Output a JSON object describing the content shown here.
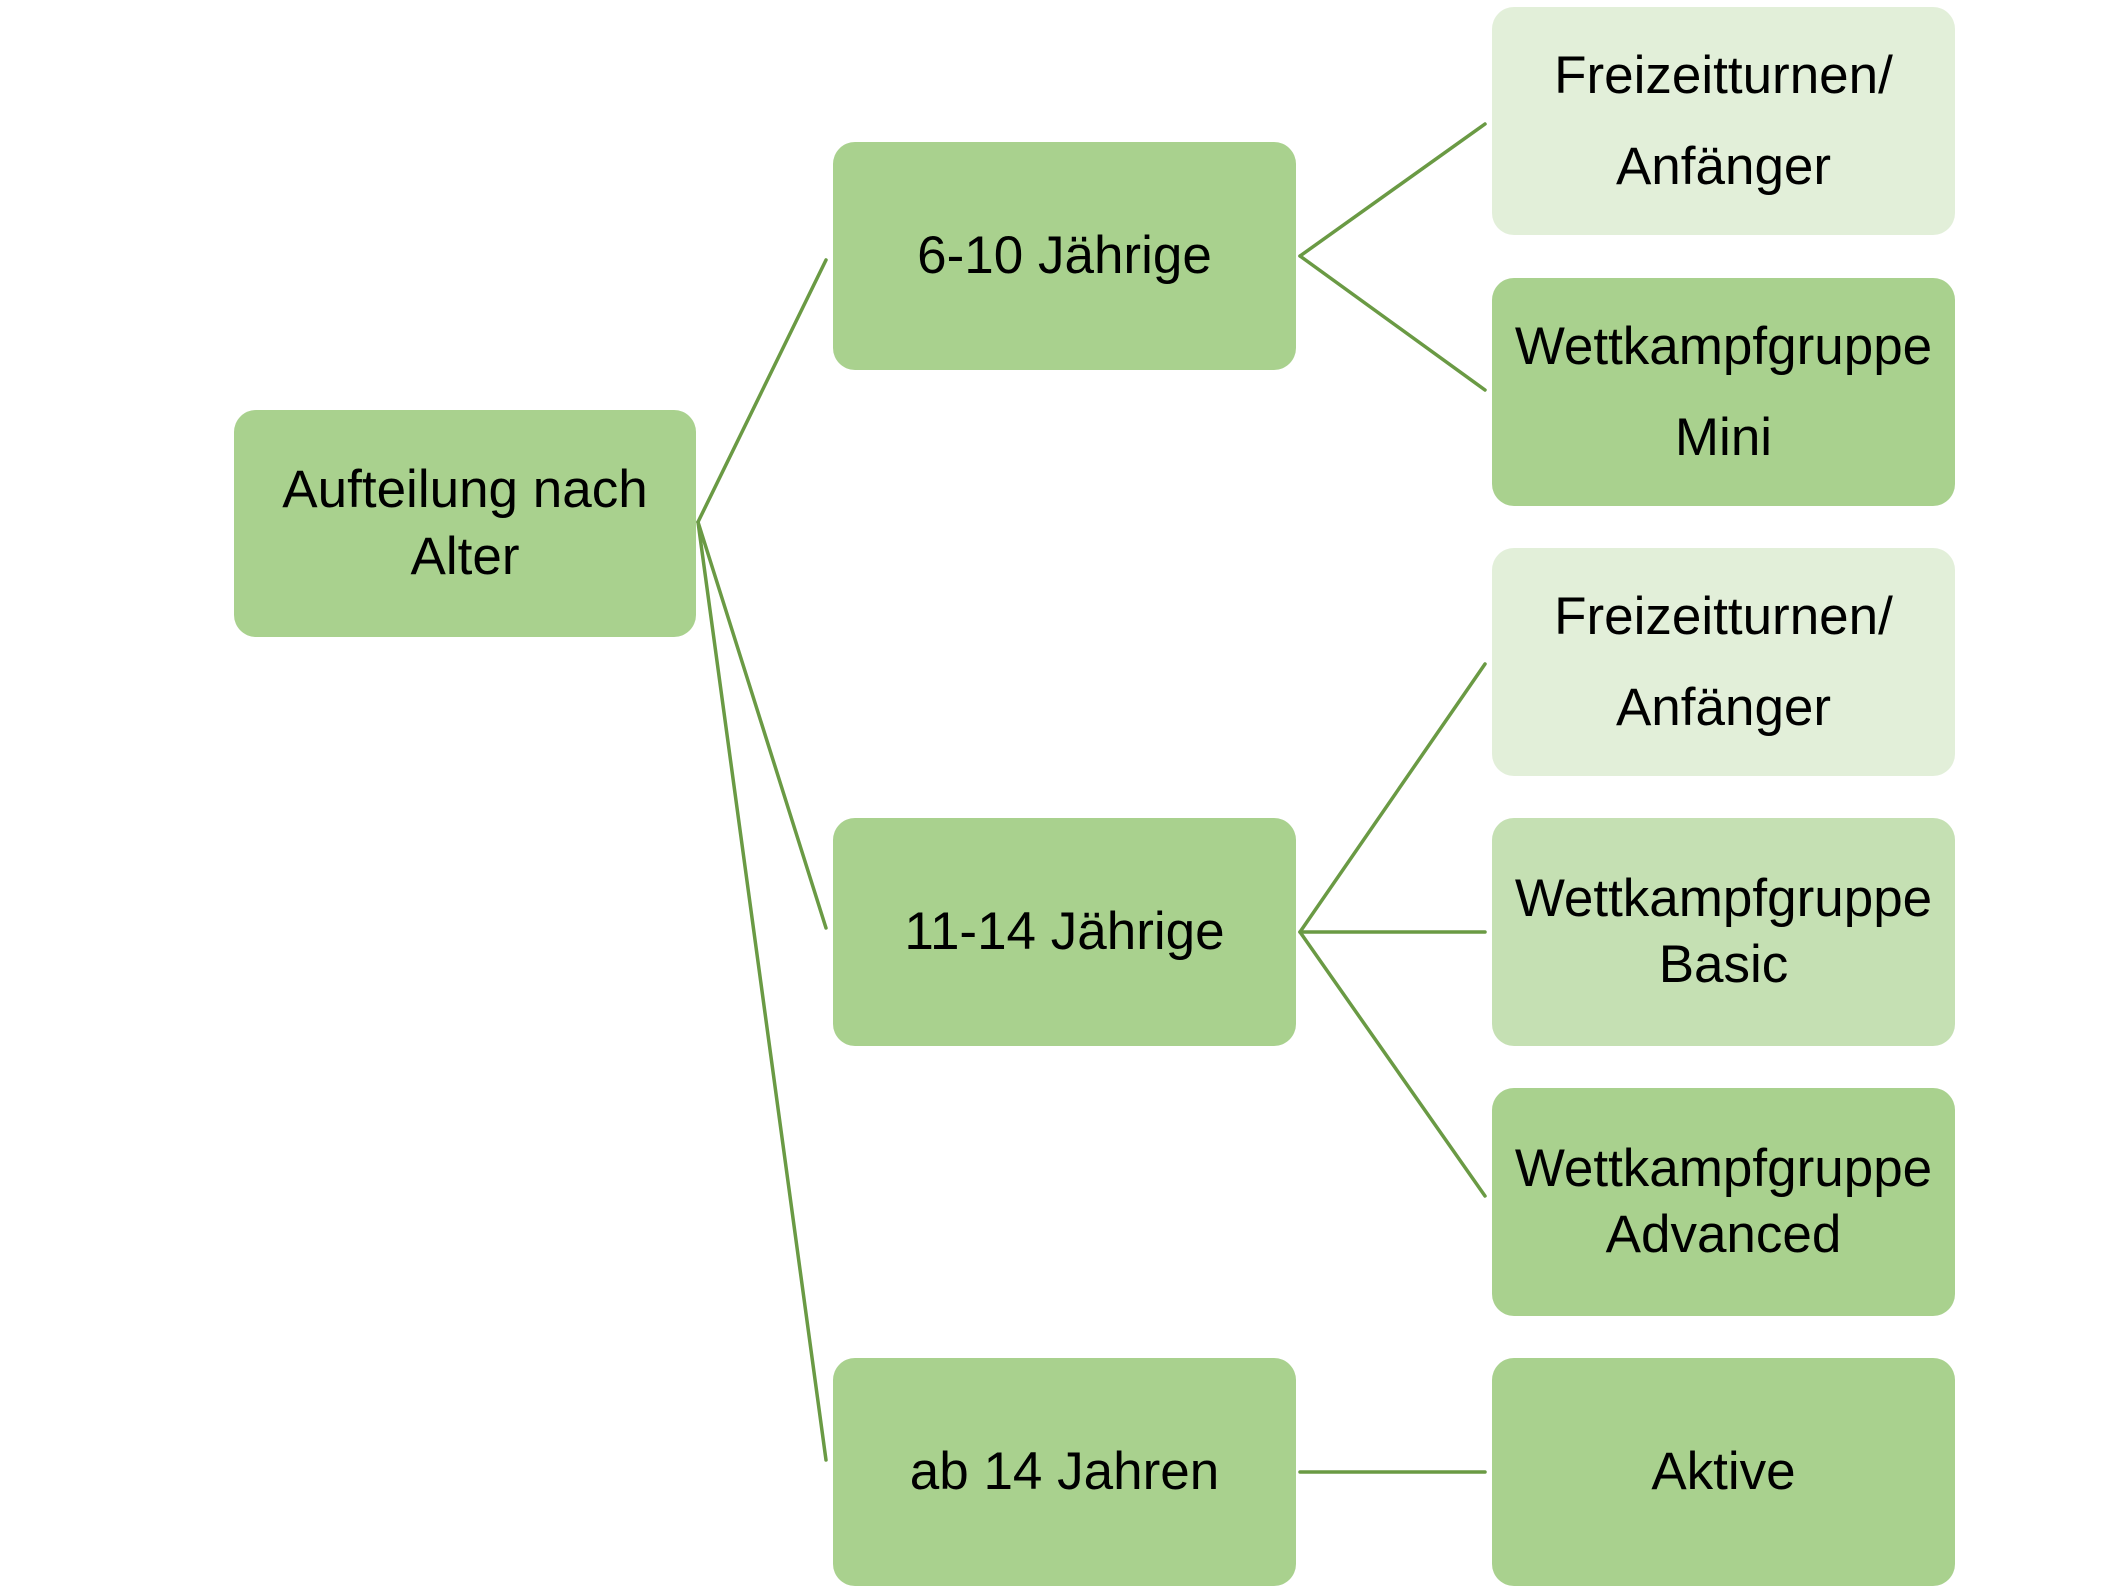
{
  "colors": {
    "connector": "#6a9a44",
    "node_mid": "#a9d18e",
    "node_pale": "#e2efd9",
    "node_light": "#c5e0b3",
    "text": "#000000"
  },
  "root": {
    "label": "Aufteilung nach\nAlter"
  },
  "age_groups": [
    {
      "label": "6-10 Jährige",
      "groups": [
        {
          "label": "Freizeitturnen/\nAnfänger"
        },
        {
          "label": "Wettkampfgruppe\nMini"
        }
      ]
    },
    {
      "label": "11-14 Jährige",
      "groups": [
        {
          "label": "Freizeitturnen/\nAnfänger"
        },
        {
          "label": "Wettkampfgruppe\nBasic"
        },
        {
          "label": "Wettkampfgruppe\nAdvanced"
        }
      ]
    },
    {
      "label": "ab 14 Jahren",
      "groups": [
        {
          "label": "Aktive"
        }
      ]
    }
  ]
}
